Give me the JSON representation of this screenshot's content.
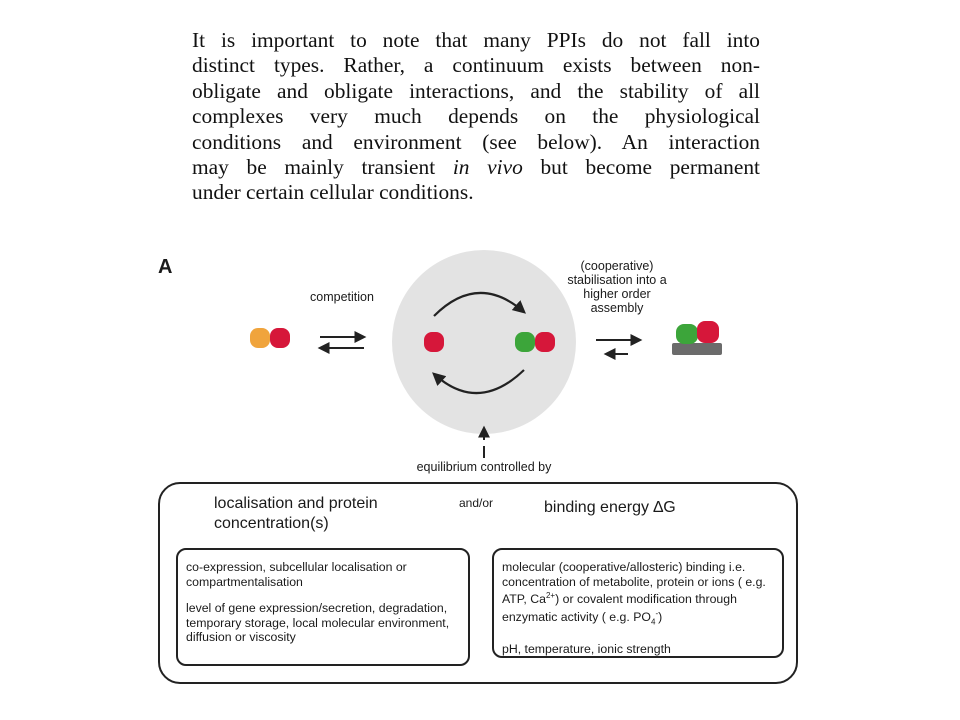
{
  "paragraph": {
    "lines": [
      "It is important to note that many PPIs do not fall into",
      "distinct types. Rather, a continuum exists between non-",
      "obligate and obligate interactions, and the stability of all",
      "complexes very much depends on the physiological",
      "conditions and environment (see below). An interaction",
      "may be mainly transient ",
      "under certain cellular conditions."
    ],
    "italic_phrase": "in vivo",
    "line6_tail": " but become permanent"
  },
  "figure": {
    "panel_letter": "A",
    "competition_label": "competition",
    "stabilisation_label": "(cooperative) stabilisation into a higher order assembly",
    "equilibrium_label": "equilibrium controlled by",
    "left_heading": "localisation and protein concentration(s)",
    "andor": "and/or",
    "right_heading": "binding energy ∆G",
    "left_box": {
      "p1": "co-expression, subcellular localisation or compartmentalisation",
      "p2": "level of gene expression/secretion, degradation, temporary storage, local molecular environment, diffusion or viscosity"
    },
    "right_box": {
      "p1_a": "molecular (cooperative/allosteric) binding i.e. concentration of metabolite, protein or ions ( e.g. ATP, Ca",
      "ca_sup": "2+",
      "p1_b": ") or covalent modification through enzymatic activity ( e.g. PO",
      "po_sub": "4",
      "p1_c": "-",
      "p1_d": ")",
      "p2": "pH, temperature, ionic strength"
    }
  },
  "colors": {
    "red": "#d6173a",
    "green": "#3ca53a",
    "orange": "#f0a43c",
    "circle": "#e3e3e3",
    "base": "#6b6b6b"
  }
}
